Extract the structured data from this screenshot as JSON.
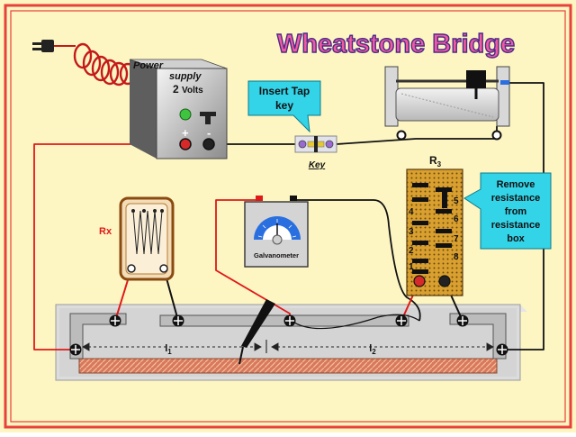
{
  "title": "Wheatstone Bridge",
  "power_supply": {
    "line1": "Power",
    "line2": "supply",
    "volts": "2",
    "unit": "Volts",
    "plus": "+",
    "minus": "-"
  },
  "callouts": {
    "insert_tap_key": {
      "line1": "Insert Tap",
      "line2": "key"
    },
    "remove_resistance": {
      "line1": "Remove",
      "line2": "resistance",
      "line3": "from",
      "line4": "resistance",
      "line5": "box"
    }
  },
  "key_label": "Key",
  "resistance_box": {
    "label": "R",
    "subscript": "3",
    "left_numbers": [
      "4",
      "3",
      "2",
      "1"
    ],
    "right_numbers": [
      "5",
      "6",
      "7",
      "8"
    ]
  },
  "rx_label": "Rx",
  "galvanometer_label": "Galvanometer",
  "lengths": {
    "l1": "l",
    "l1_sub": "1",
    "l2": "l",
    "l2_sub": "2"
  },
  "colors": {
    "background": "#fdf6c3",
    "frame": "#e8403a",
    "title_fill": "#f25aa0",
    "callout_fill": "#33d3e8",
    "resistance_box": "#d9a030",
    "red_wire": "#e01818",
    "wire": "#111111",
    "cord": "#c41a1a",
    "meter_blue": "#2a6fe0",
    "wire_strip": "#d9785a"
  }
}
